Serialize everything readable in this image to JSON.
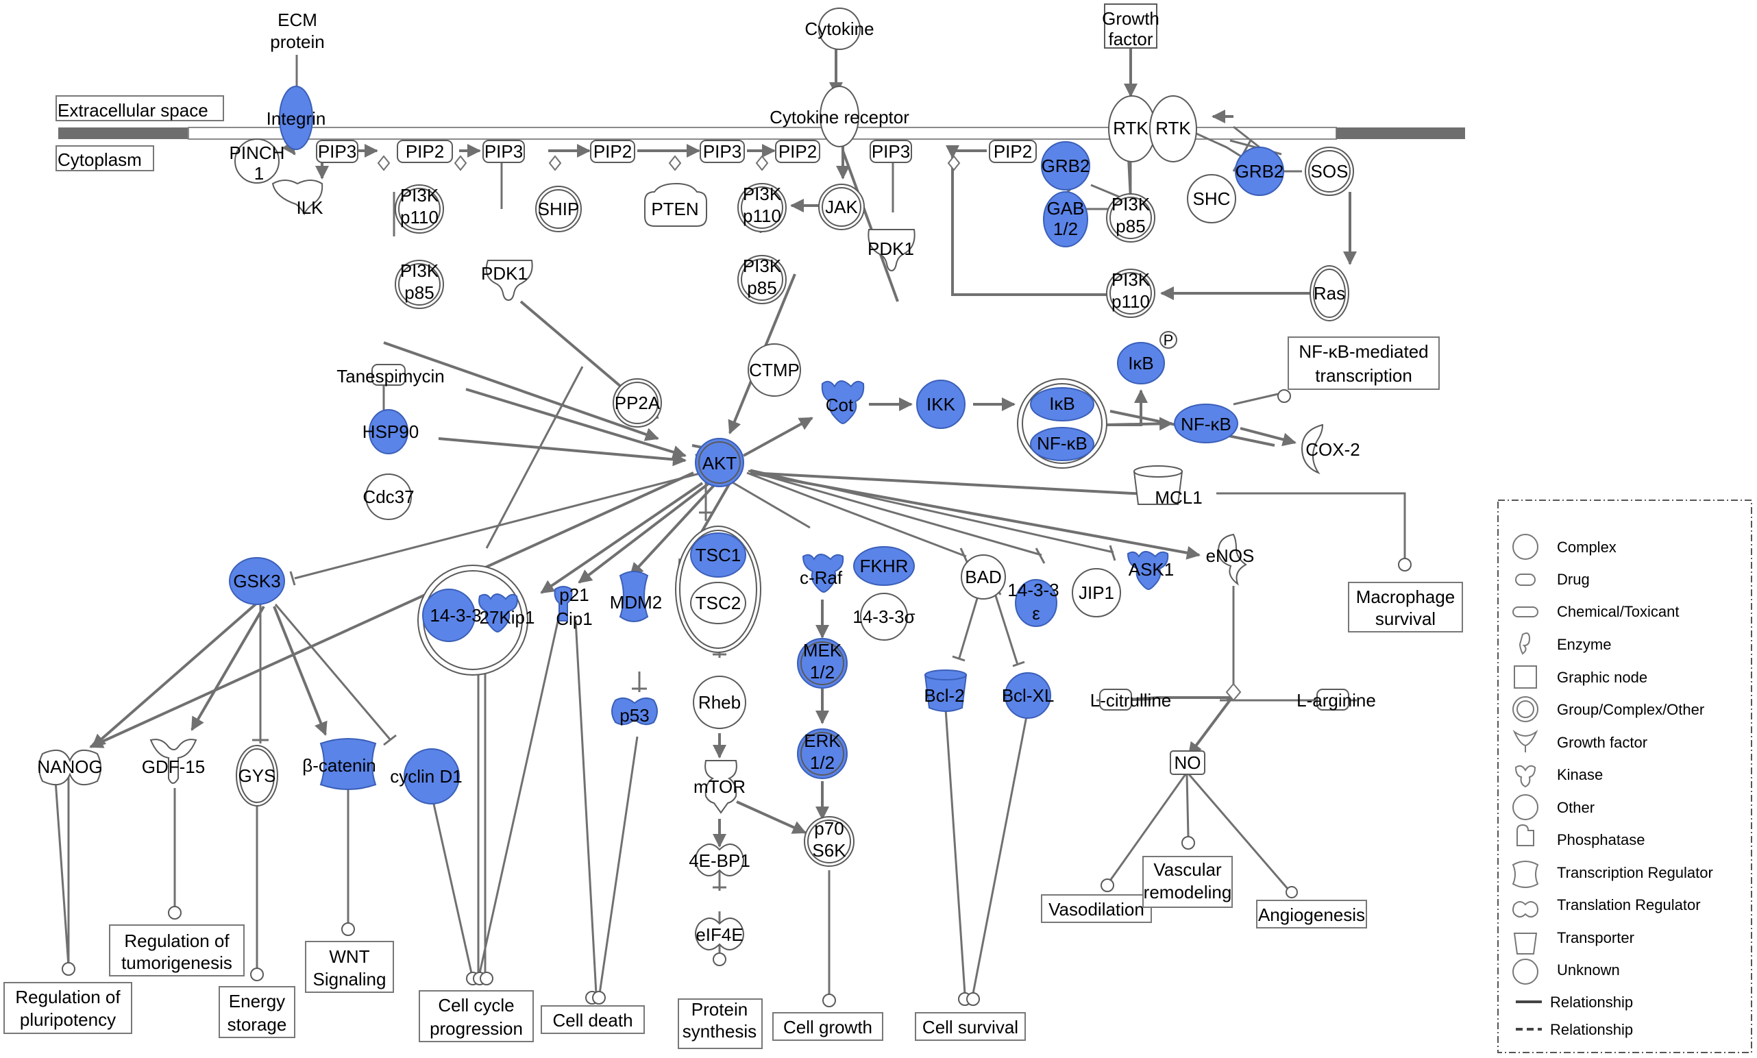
{
  "regions": {
    "extracellular": "Extracellular space",
    "cytoplasm": "Cytoplasm"
  },
  "nodes": {
    "ecm": [
      "ECM",
      "protein"
    ],
    "integrin": "Integrin",
    "cytokine": "Cytokine",
    "cytokine_receptor": "Cytokine receptor",
    "growth_factor": [
      "Growth",
      "factor"
    ],
    "rtk1": "RTK",
    "rtk2": "RTK",
    "pinch": [
      "PINCH",
      "1"
    ],
    "pip3_a": "PIP3",
    "pip2_a": "PIP2",
    "pip3_b": "PIP3",
    "pip2_b": "PIP2",
    "pip3_c": "PIP3",
    "pip2_c": "PIP2",
    "pip3_d": "PIP3",
    "pip2_d": "PIP2",
    "ilk": "ILK",
    "pi3k_p110_a": [
      "PI3K",
      "p110"
    ],
    "ship": "SHIP",
    "pten": "PTEN",
    "pi3k_p110_b": [
      "PI3K",
      "p110"
    ],
    "jak": "JAK",
    "pi3k_p85_a": [
      "PI3K",
      "p85"
    ],
    "pdk1_a": "PDK1",
    "pi3k_p85_b": [
      "PI3K",
      "p85"
    ],
    "pdk1_b": "PDK1",
    "grb2_a": "GRB2",
    "gab": [
      "GAB",
      "1/2"
    ],
    "pi3k_p85_c": [
      "PI3K",
      "p85"
    ],
    "shc": "SHC",
    "grb2_b": "GRB2",
    "sos": "SOS",
    "pi3k_p110_c": [
      "PI3K",
      "p110"
    ],
    "ras": "Ras",
    "tanespimycin": "Tanespimycin",
    "hsp90": "HSP90",
    "cdc37": "Cdc37",
    "pp2a": "PP2A",
    "ctmp": "CTMP",
    "akt": "AKT",
    "cot": "Cot",
    "ikk": "IKK",
    "ikb_complex": "IκB",
    "nfkb_complex": "NF-κB",
    "ikb_p": "IκB",
    "p_mark": "P",
    "nfkb": "NF-κB",
    "cox2": "COX-2",
    "mcl1": "MCL1",
    "gsk3": "GSK3",
    "complex_1433": "14-3-3",
    "p27": "27Kip1",
    "p21": [
      "p21",
      "Cip1"
    ],
    "mdm2": "MDM2",
    "tsc1": "TSC1",
    "tsc2": "TSC2",
    "craf": "c-Raf",
    "fkhr": "FKHR",
    "sigma": "14-3-3σ",
    "bad": "BAD",
    "epsilon": [
      "14-3-3",
      "ε"
    ],
    "jip1": "JIP1",
    "ask1": "ASK1",
    "enos": "eNOS",
    "p53": "p53",
    "rheb": "Rheb",
    "mek": [
      "MEK",
      "1/2"
    ],
    "erk": [
      "ERK",
      "1/2"
    ],
    "bcl2": "Bcl-2",
    "bclxl": "Bcl-XL",
    "lcitrulline": "L-citrulline",
    "larginine": "L-arginine",
    "mtor": "mTOR",
    "ebp1": "4E-BP1",
    "eif4e": "eIF4E",
    "p70": [
      "p70",
      "S6K"
    ],
    "no": "NO",
    "nanog": "NANOG",
    "gdf15": "GDF-15",
    "gys": "GYS",
    "bcatenin": "β-catenin",
    "cyclind1": "cyclin D1"
  },
  "outcomes": {
    "nfkb_transcription": [
      "NF-κB-mediated",
      "transcription"
    ],
    "macrophage": [
      "Macrophage",
      "survival"
    ],
    "pluripotency": [
      "Regulation of",
      "pluripotency"
    ],
    "tumorigenesis": [
      "Regulation of",
      "tumorigenesis"
    ],
    "energy": [
      "Energy",
      "storage"
    ],
    "wnt": [
      "WNT",
      "Signaling"
    ],
    "cellcycle": [
      "Cell cycle",
      "progression"
    ],
    "celldeath": "Cell death",
    "protein_synthesis": [
      "Protein",
      "synthesis"
    ],
    "cellgrowth": "Cell growth",
    "cellsurvival": "Cell survival",
    "vasodilation": "Vasodilation",
    "vascular": [
      "Vascular",
      "remodeling"
    ],
    "angiogenesis": "Angiogenesis"
  },
  "legend": {
    "items": [
      "Complex",
      "Drug",
      "Chemical/Toxicant",
      "Enzyme",
      "Graphic node",
      "Group/Complex/Other",
      "Growth factor",
      "Kinase",
      "Other",
      "Phosphatase",
      "Transcription Regulator",
      "Translation Regulator",
      "Transporter",
      "Unknown",
      "Relationship",
      "Relationship"
    ]
  },
  "colors": {
    "highlight": "#5b84e8",
    "edge": "#707070",
    "membrane": "#6e6e6e"
  }
}
